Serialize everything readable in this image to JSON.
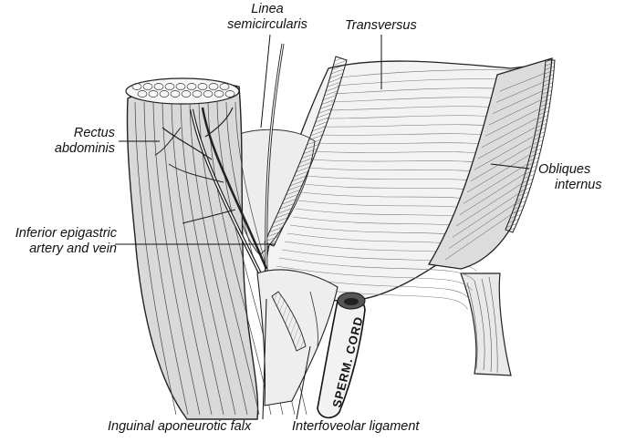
{
  "labels": {
    "linea_semicircularis": [
      "Linea",
      "semicircularis"
    ],
    "transversus": "Transversus",
    "rectus_abdominis": [
      "Rectus",
      "abdominis"
    ],
    "obliques_internus": [
      "Obliques",
      "internus"
    ],
    "inferior_epigastric": [
      "Inferior epigastric",
      "artery and vein"
    ],
    "inguinal_falx": "Inguinal aponeurotic falx",
    "interfoveolar_ligament": "Interfoveolar ligament",
    "sperm_cord": "SPERM. CORD"
  },
  "colors": {
    "ink": "#1a1a1a",
    "background": "#ffffff",
    "muscle_shade": "#d9d9d9",
    "sheet_shade": "#f3f3f3"
  }
}
